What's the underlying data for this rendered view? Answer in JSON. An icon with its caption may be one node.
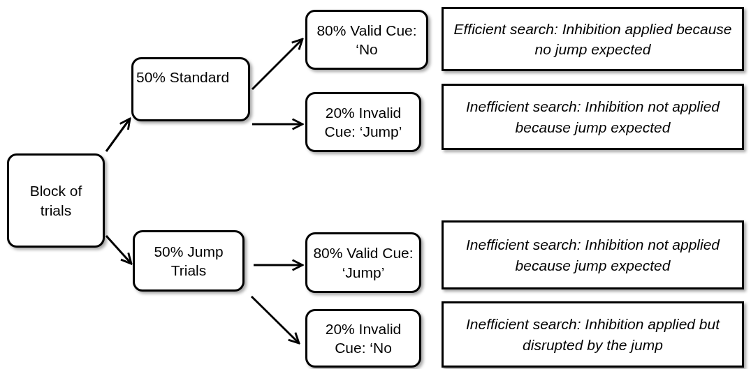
{
  "diagram": {
    "nodes": [
      {
        "text": [
          "Block of trials"
        ]
      },
      {
        "text": [
          "50% Standard"
        ]
      },
      {
        "text": [
          "80% Valid Cue: ‘No"
        ]
      },
      {
        "text": [
          "20% Invalid Cue: ‘Jump’"
        ]
      },
      {
        "text": [
          "Efficient search: Inhibition applied because no jump expected"
        ]
      },
      {
        "text": [
          "Inefficient search: Inhibition not applied because jump expected"
        ]
      },
      {
        "text": [
          "50% Jump Trials"
        ]
      },
      {
        "text": [
          "80% Valid Cue: ‘Jump’"
        ]
      },
      {
        "text": [
          "20% Invalid Cue: ‘No"
        ]
      },
      {
        "text": [
          "Inefficient search: Inhibition not applied because jump expected"
        ]
      },
      {
        "text": [
          "Inefficient search: Inhibition applied but disrupted by the jump"
        ]
      }
    ],
    "edges": [
      {
        "from": 0,
        "to": 1,
        "arrow": "to"
      },
      {
        "from": 1,
        "to": 2,
        "arrow": "to"
      },
      {
        "from": 1,
        "to": 3,
        "arrow": "to"
      },
      {
        "from": 0,
        "to": 6,
        "arrow": "to"
      },
      {
        "from": 6,
        "to": 7,
        "arrow": "to"
      },
      {
        "from": 6,
        "to": 8,
        "arrow": "to"
      }
    ]
  }
}
